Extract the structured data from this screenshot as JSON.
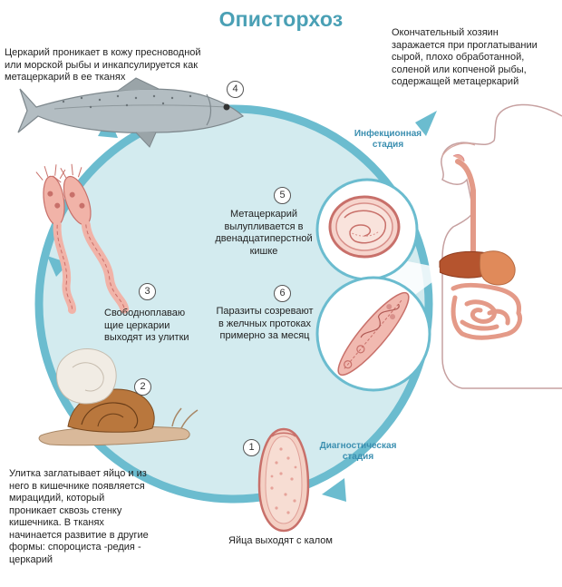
{
  "title": "Описторхоз",
  "stages": {
    "infection": "Инфекционная\nстадия",
    "diagnostic": "Диагностическая\nстадия"
  },
  "steps": [
    {
      "num": "1",
      "text": "Яйца выходят с калом"
    },
    {
      "num": "2",
      "text": "Улитка заглатывает яйцо и из\nнего в кишечнике появляется\nмирацидий, который\nпроникает сквозь стенку\nкишечника. В тканях\nначинается развитие в другие\nформы: спороциста -редия -\nцеркарий"
    },
    {
      "num": "3",
      "text": "Свободноплаваю\nщие церкарии\nвыходят из улитки"
    },
    {
      "num": "4",
      "text": "Церкарий проникает в кожу пресноводной\nили морской рыбы и инкапсулируется как\nметацеркарий в ее тканях"
    },
    {
      "num": "5",
      "text": "Метацеркарий\nвылупливается в\nдвенадцатиперстной\nкишке"
    },
    {
      "num": "6",
      "text": "Паразиты созревают\nв желчных протоках\nпримерно за месяц"
    }
  ],
  "host_text": "Окончательный хозяин\nзаражается при проглатывании\nсырой, плохо обработанной,\nсоленой или копченой рыбы,\nсодержащей метацеркарий",
  "colors": {
    "cycle": "#6bbccf",
    "cycle_fill": "#d3ebef",
    "title": "#4aa0b5",
    "stage_label": "#3b8fb0",
    "parasite": "#eda6a0",
    "parasite_dark": "#c8706a",
    "fish": "#a9b4b8"
  }
}
